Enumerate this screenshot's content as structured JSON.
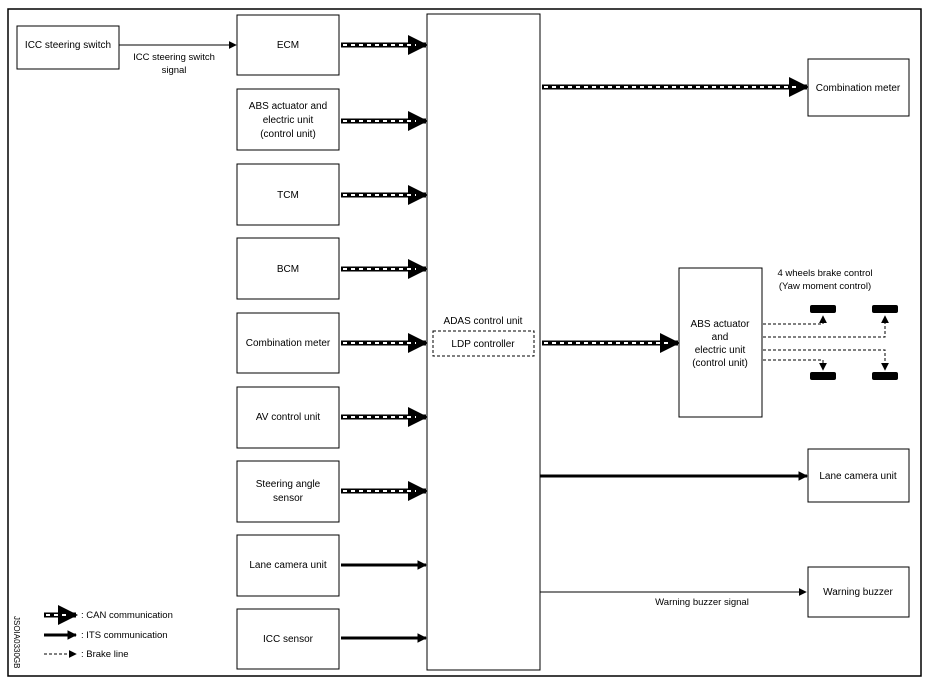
{
  "left_units": {
    "icc_steering_switch": "ICC steering switch",
    "ecm": "ECM",
    "abs_actuator": [
      "ABS actuator and",
      "electric unit",
      "(control unit)"
    ],
    "tcm": "TCM",
    "bcm": "BCM",
    "combination_meter": "Combination meter",
    "av_control_unit": "AV control unit",
    "steering_angle_sensor": [
      "Steering angle",
      "sensor"
    ],
    "lane_camera_unit": "Lane camera unit",
    "icc_sensor": "ICC sensor"
  },
  "signals": {
    "icc_steering_switch_signal": [
      "ICC steering switch",
      "signal"
    ],
    "warning_buzzer_signal": "Warning buzzer signal",
    "brake_control": [
      "4 wheels brake control",
      "(Yaw moment control)"
    ]
  },
  "center": {
    "adas_control_unit": "ADAS control unit",
    "ldp_controller": "LDP controller"
  },
  "right_units": {
    "combination_meter": "Combination meter",
    "abs_actuator": [
      "ABS actuator",
      "and",
      "electric unit",
      "(control unit)"
    ],
    "lane_camera_unit": "Lane camera unit",
    "warning_buzzer": "Warning buzzer"
  },
  "legend": {
    "can": ":  CAN communication",
    "its": ":  ITS communication",
    "brake": ":  Brake line"
  },
  "figure_code": "JSOIA0330GB"
}
